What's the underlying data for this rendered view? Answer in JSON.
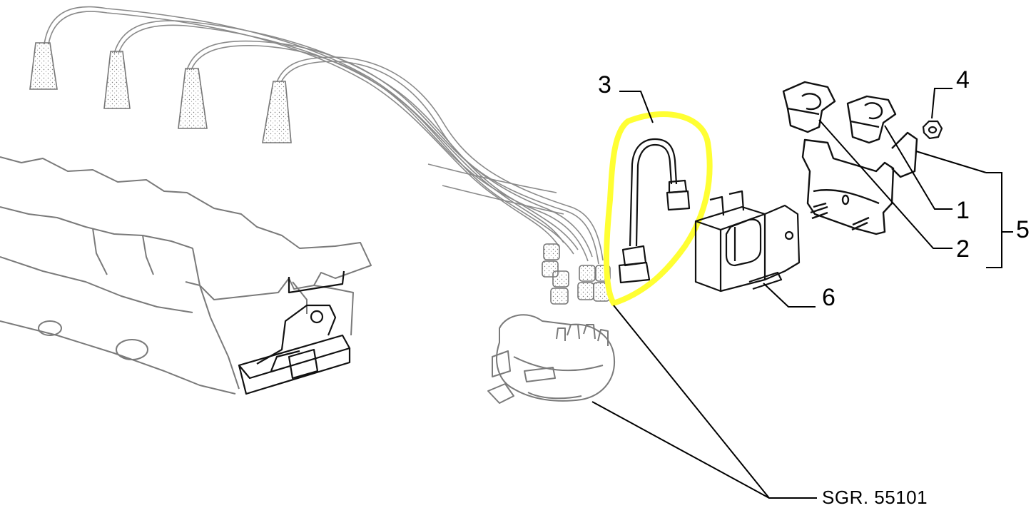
{
  "diagram": {
    "callouts": {
      "c1": "1",
      "c2": "2",
      "c3": "3",
      "c4": "4",
      "c5": "5",
      "c6": "6"
    },
    "reference": "SGR. 55101",
    "highlight_color": "#ffff33",
    "line_color": "#000000",
    "drawing_color": "#888888"
  }
}
